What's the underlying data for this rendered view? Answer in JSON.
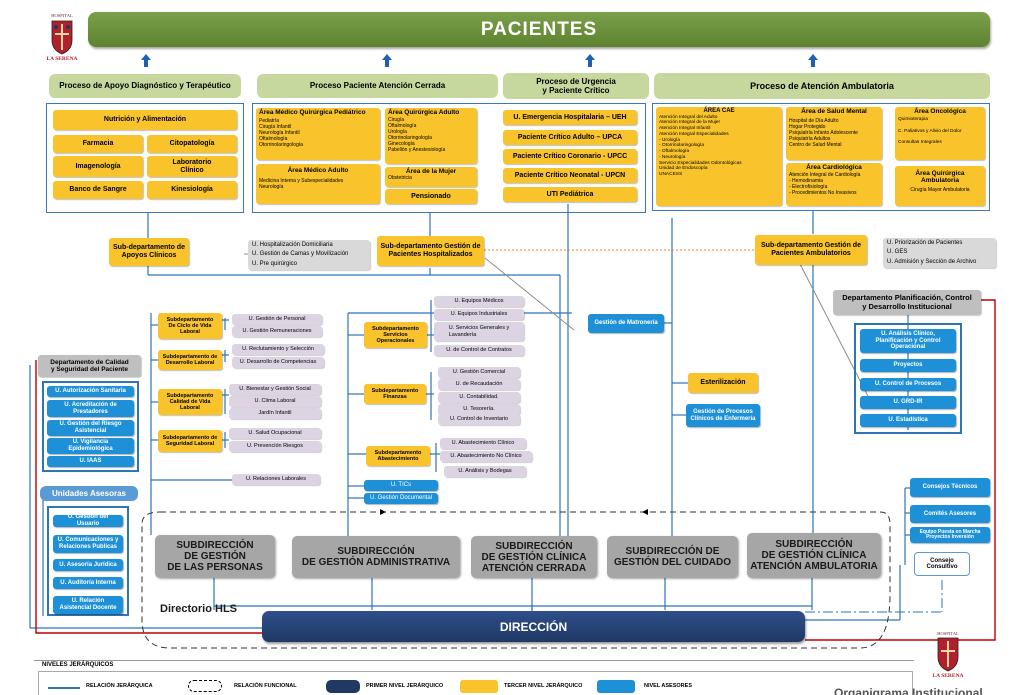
{
  "title": "PACIENTES",
  "processes": {
    "apoyo": "Proceso de Apoyo Diagnóstico y Terapéutico",
    "cerrada": "Proceso Paciente Atención Cerrada",
    "urgencia": "Proceso de Urgencia\ny Paciente Crítico",
    "ambulatoria": "Proceso de Atención Ambulatoria"
  },
  "apoyo_units": {
    "nutricion": "Nutrición y Alimentación",
    "farmacia": "Farmacia",
    "citopatologia": "Citopatología",
    "imagenologia": "Imagenología",
    "laboratorio": "Laboratorio\nClínico",
    "banco": "Banco de Sangre",
    "kinesiologia": "Kinesiología"
  },
  "cerrada_units": {
    "medico_ped_title": "Área Médico Quirúrgica Pediátrico",
    "medico_ped_items": "Pediatría\nCirugía Infantil\nNeurología Infantil\nOftalmología\nOtorrinolaringología",
    "quir_adulto_title": "Área Quirúrgica Adulto",
    "quir_adulto_items": "Cirugía\nOftalmología\nUrología\nOtorrinolaringología\nGinecología\nPabellón y Anestesiología",
    "medico_adulto_title": "Área Médico Adulto",
    "medico_adulto_items": "Medicina Interna y Subespecialidades\nNeurología",
    "mujer_title": "Área de la Mujer",
    "mujer_items": "Obstetricia",
    "pensionado": "Pensionado"
  },
  "urgencia_units": [
    "U. Emergencia Hospitalaria – UEH",
    "Paciente Crítico Adulto – UPCA",
    "Paciente Crítico Coronario - UPCC",
    "Paciente Crítico Neonatal - UPCN",
    "UTI Pediátrica"
  ],
  "ambulatoria_units": {
    "cae_title": "ÁREA CAE",
    "cae_items": "Atención Integral del Adulto\nAtención Integral de la Mujer\nAtención Integral Infantil\nAtención Integral Especialidades\n   - Urología\n   - Otorrinolaringología\n   - Oftalmología\n   - Neurología\nServicio Especialidades Odontológicas\nUnidad de Endoscopía\nUNACESS",
    "salud_mental_title": "Área de Salud Mental",
    "salud_mental_items": "Hospital de Día Adulto\nHogar Protegido\nPsiquiatría Infanto Adolescente\nPsiquiatría Adultos\nCentro de Salud Mental",
    "oncologica_title": "Área Oncológica",
    "oncologica_items": "Quimioterapia\n\nC. Paliativos y Alivio del Dolor\n\nConsultas Integrales",
    "cardiologica_title": "Área Cardiológica",
    "cardiologica_items": "Atención Integral de Cardiología\n - Hemodinamia\n - Electrofisiología\n - Procedimientos No Invasivos",
    "quir_amb_title": "Área Quirúrgica\nAmbulatoria",
    "quir_amb_items": "Cirugía Mayor Ambulatoria"
  },
  "subdeptos": {
    "apoyos": "Sub-departamento de\nApoyos Clínicos",
    "hospitalizados": "Sub-departamento Gestión de\nPacientes Hospitalizados",
    "ambulatorios": "Sub-departamento Gestión de\nPacientes Ambulatorios"
  },
  "hosp_units": "U. Hospitalización Domiciliaria\nU. Gestión de Camas y Movilización\nU. Pre quirúrgico",
  "amb_units": "U. Priorización de Pacientes\nU. GES\nU. Admisión y Sección de Archivo",
  "personas": {
    "ciclo": "Subdepartamento\nDe Ciclo de Vida\nLaboral",
    "ciclo_units": [
      "U. Gestión de Personal",
      "U. Gestión Remuneraciones"
    ],
    "desarrollo": "Subdepartamento de\nDesarrollo Laboral",
    "desarrollo_units": [
      "U. Reclutamiento y Selección",
      "U. Desarrollo de Competencias"
    ],
    "calidad": "Subdepartamento\nCalidad de Vida\nLaboral",
    "calidad_units": [
      "U. Bienestar y Gestión Social",
      "U. Clima Laboral",
      "Jardín Infantil"
    ],
    "seguridad": "Subdepartamento de\nSeguridad Laboral",
    "seguridad_units": [
      "U. Salud Ocupacional",
      "U. Prevención Riesgos"
    ],
    "relaciones": "U. Relaciones Laborales"
  },
  "administrativa": {
    "servicios": "Subdepartamento\nServicios\nOperacionales",
    "servicios_units": [
      "U. Equipos Médicos",
      "U. Equipos Industriales",
      "U. Servicios Generales y\nLavandería",
      "U. de Control de Contratos"
    ],
    "finanzas": "Subdepartamento\nFinanzas",
    "finanzas_units": [
      "U. Gestión Comercial",
      "U. de Recaudación",
      "U. Contabilidad.",
      "U. Tesorería.",
      "U. Control de Inventario"
    ],
    "abastecimiento": "Subdepartamento\nAbastecimiento",
    "abastecimiento_units": [
      "U. Abastecimiento Clínico",
      "U. Abastecimiento No Clínico",
      "U. Análisis y Bodegas"
    ],
    "tics": "U. TICs",
    "documental": "U. Gestión Documental"
  },
  "cuidado": {
    "matroneria": "Gestión de Matronería",
    "esterilizacion": "Esterilización",
    "procesos": "Gestión de Procesos\nClínicos de Enfermería"
  },
  "calidad_dept": {
    "title": "Departamento de Calidad\ny Seguridad del Paciente",
    "units": [
      "U. Autorización Sanitaria",
      "U. Acreditación de\nPrestadores",
      "U. Gestión del Riesgo\nAsistencial",
      "U. Vigilancia\nEpidemiológica",
      "U. IAAS"
    ]
  },
  "asesoras": {
    "title": "Unidades Asesoras",
    "units": [
      "U. Gestión del Usuario",
      "U. Comunicaciones y\nRelaciones Publicas",
      "U. Asesoría Jurídica",
      "U. Auditoría Interna",
      "U. Relación\nAsistencial Docente"
    ]
  },
  "planificacion": {
    "title": "Departamento Planificación, Control\ny Desarrollo Institucional",
    "units": [
      "U. Análisis Clínico,\nPlanificación y Control\nOperacional",
      "Proyectos",
      "U. Control de Procesos",
      "U. GRD-IR",
      "U. Estadística"
    ]
  },
  "consejos": [
    "Consejos Técnicos",
    "Comités Asesores",
    "Equipo Puesta en Marcha\nProyectos Inversión"
  ],
  "consejo_consultivo": "Consejo\nConsultivo",
  "subdirecciones": [
    "SUBDIRECCIÓN\nDE GESTIÓN\nDE LAS PERSONAS",
    "SUBDIRECCIÓN\nDE GESTIÓN ADMINISTRATIVA",
    "SUBDIRECCIÓN\nDE GESTIÓN CLÍNICA\nATENCIÓN CERRADA",
    "SUBDIRECCIÓN DE\nGESTIÓN DEL CUIDADO",
    "SUBDIRECCIÓN\nDE GESTIÓN CLÍNICA\nATENCIÓN AMBULATORIA"
  ],
  "directorio": "Directorio HLS",
  "direccion": "DIRECCIÓN",
  "logo_text": "HOSPITAL\nLA SERENA",
  "legend": {
    "title": "NIVELES JERÁRQUICOS",
    "relacion_jerarquica": "RELACIÓN JERÁRQUICA",
    "relacion_funcional": "RELACIÓN FUNCIONAL",
    "primer_nivel": "PRIMER NIVEL JERÁRQUICO",
    "tercer_nivel": "TERCER NIVEL JERÁRQUICO",
    "nivel_asesores": "NIVEL ASESORES"
  },
  "footer_title": "Organigrama Institucional",
  "colors": {
    "title_green": "#6a8e3b",
    "process_green": "#c6d89d",
    "yellow": "#f9c32c",
    "blue": "#1e90d8",
    "navy": "#1f3864",
    "gray": "#a6a6a6",
    "lavender": "#dcd3e3",
    "red": "#c00000"
  }
}
